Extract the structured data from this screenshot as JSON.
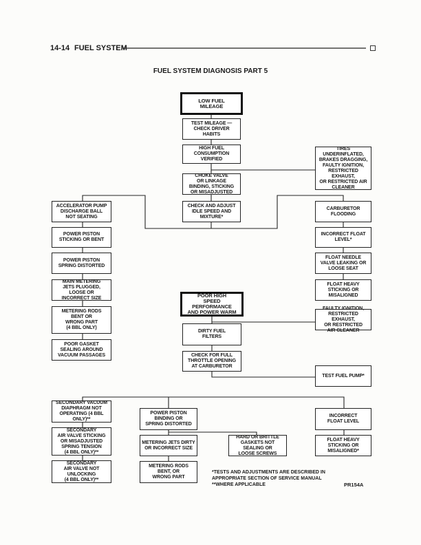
{
  "header": {
    "page_number": "14-14",
    "section": "FUEL SYSTEM"
  },
  "title": "FUEL SYSTEM DIAGNOSIS PART 5",
  "boxes": {
    "low_fuel": "LOW FUEL\nMILEAGE",
    "test_mileage": "TEST MILEAGE —\nCHECK DRIVER\nHABITS",
    "high_fuel": "HIGH FUEL\nCONSUMPTION\nVERIFIED",
    "tires": "TIRES\nUNDERINFLATED,\nBRAKES DRAGGING,\nFAULTY IGNITION,\nRESTRICTED EXHAUST,\nOR RESTRICTED AIR\nCLEANER",
    "choke": "CHOKE VALVE\nOR LINKAGE\nBINDING, STICKING\nOR MISADJUSTED",
    "idle": "CHECK AND ADJUST\nIDLE SPEED AND\nMIXTURE*",
    "accel": "ACCELERATOR PUMP\nDISCHARGE BALL\nNOT SEATING",
    "carb_flood": "CARBURETOR\nFLOODING",
    "pp_stick": "POWER PISTON\nSTICKING OR BENT",
    "pp_spring": "POWER PISTON\nSPRING DISTORTED",
    "main_jets": "MAIN METERING\nJETS PLUGGED,\nLOOSE OR\nINCORRECT SIZE",
    "rods_4bbl": "METERING RODS\nBENT OR\nWRONG PART\n(4 BBL ONLY)",
    "gasket": "POOR GASKET\nSEALING AROUND\nVACUUM PASSAGES",
    "float_level1": "INCORRECT FLOAT\nLEVEL*",
    "needle": "FLOAT NEEDLE\nVALVE LEAKING OR\nLOOSE SEAT",
    "float_heavy1": "FLOAT HEAVY\nSTICKING OR\nMISALIGNED",
    "poor_high": "POOR HIGH\nSPEED PERFORMANCE\nAND POWER WARM",
    "faulty_ign": "FAULTY IGNITION,\nRESTRICTED EXHAUST,\nOR RESTRICTED\nAIR CLEANER",
    "dirty_filters": "DIRTY FUEL\nFILTERS",
    "throttle": "CHECK FOR FULL\nTHROTTLE OPENING\nAT CARBURETOR",
    "fuel_pump": "TEST FUEL PUMP*",
    "sec_vac": "SECONDARY VACUUM\nDIAPHRAGM NOT\nOPERATING (4 BBL\nONLY)**",
    "sec_air_stick": "SECONDARY\nAIR VALVE STICKING\nOR MISADJUSTED\nSPRING TENSION\n(4 BBL ONLY)**",
    "sec_air_unlock": "SECONDARY\nAIR VALVE NOT\nUNLOCKING\n(4 BBL ONLY)**",
    "pp_binding": "POWER PISTON\nBINDING OR\nSPRING DISTORTED",
    "jets_dirty": "METERING JETS DIRTY\nOR INCORRECT SIZE",
    "hard_gaskets": "HARD OR BRITTLE\nGASKETS NOT\nSEALING OR\nLOOSE SCREWS",
    "rods_bent": "METERING RODS\nBENT, OR\nWRONG PART",
    "float_level2": "INCORRECT\nFLOAT LEVEL",
    "float_heavy2": "FLOAT HEAVY\nSTICKING OR\nMISALIGNED*"
  },
  "footnote": "*TESTS AND ADJUSTMENTS ARE DESCRIBED IN\nAPPROPRIATE SECTION OF SERVICE MANUAL\n**WHERE APPLICABLE",
  "figure_code": "PR154A"
}
